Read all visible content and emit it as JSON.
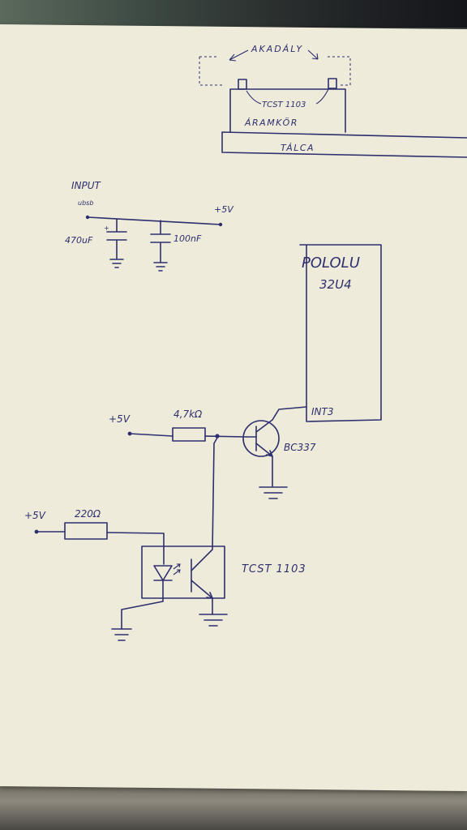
{
  "labels": {
    "akadaly": "AKADÁLY",
    "tcst_top": "TCST 1103",
    "aramkor": "ÁRAMKÖR",
    "talca": "TÁLCA",
    "input": "INPUT",
    "input_sub": "ubsb",
    "plus5v_power": "+5V",
    "cap_470": "470uF",
    "cap_100": "100nF",
    "pololu": "POLOLU",
    "pololu_model": "32U4",
    "int3": "INT3",
    "plus5v_a": "+5V",
    "res_47k": "4,7kΩ",
    "transistor": "BC337",
    "plus5v_b": "+5V",
    "res_220": "220Ω",
    "tcst_bottom": "TCST 1103"
  },
  "colors": {
    "ink": "#2d2f6e",
    "paper": "#efebda"
  }
}
